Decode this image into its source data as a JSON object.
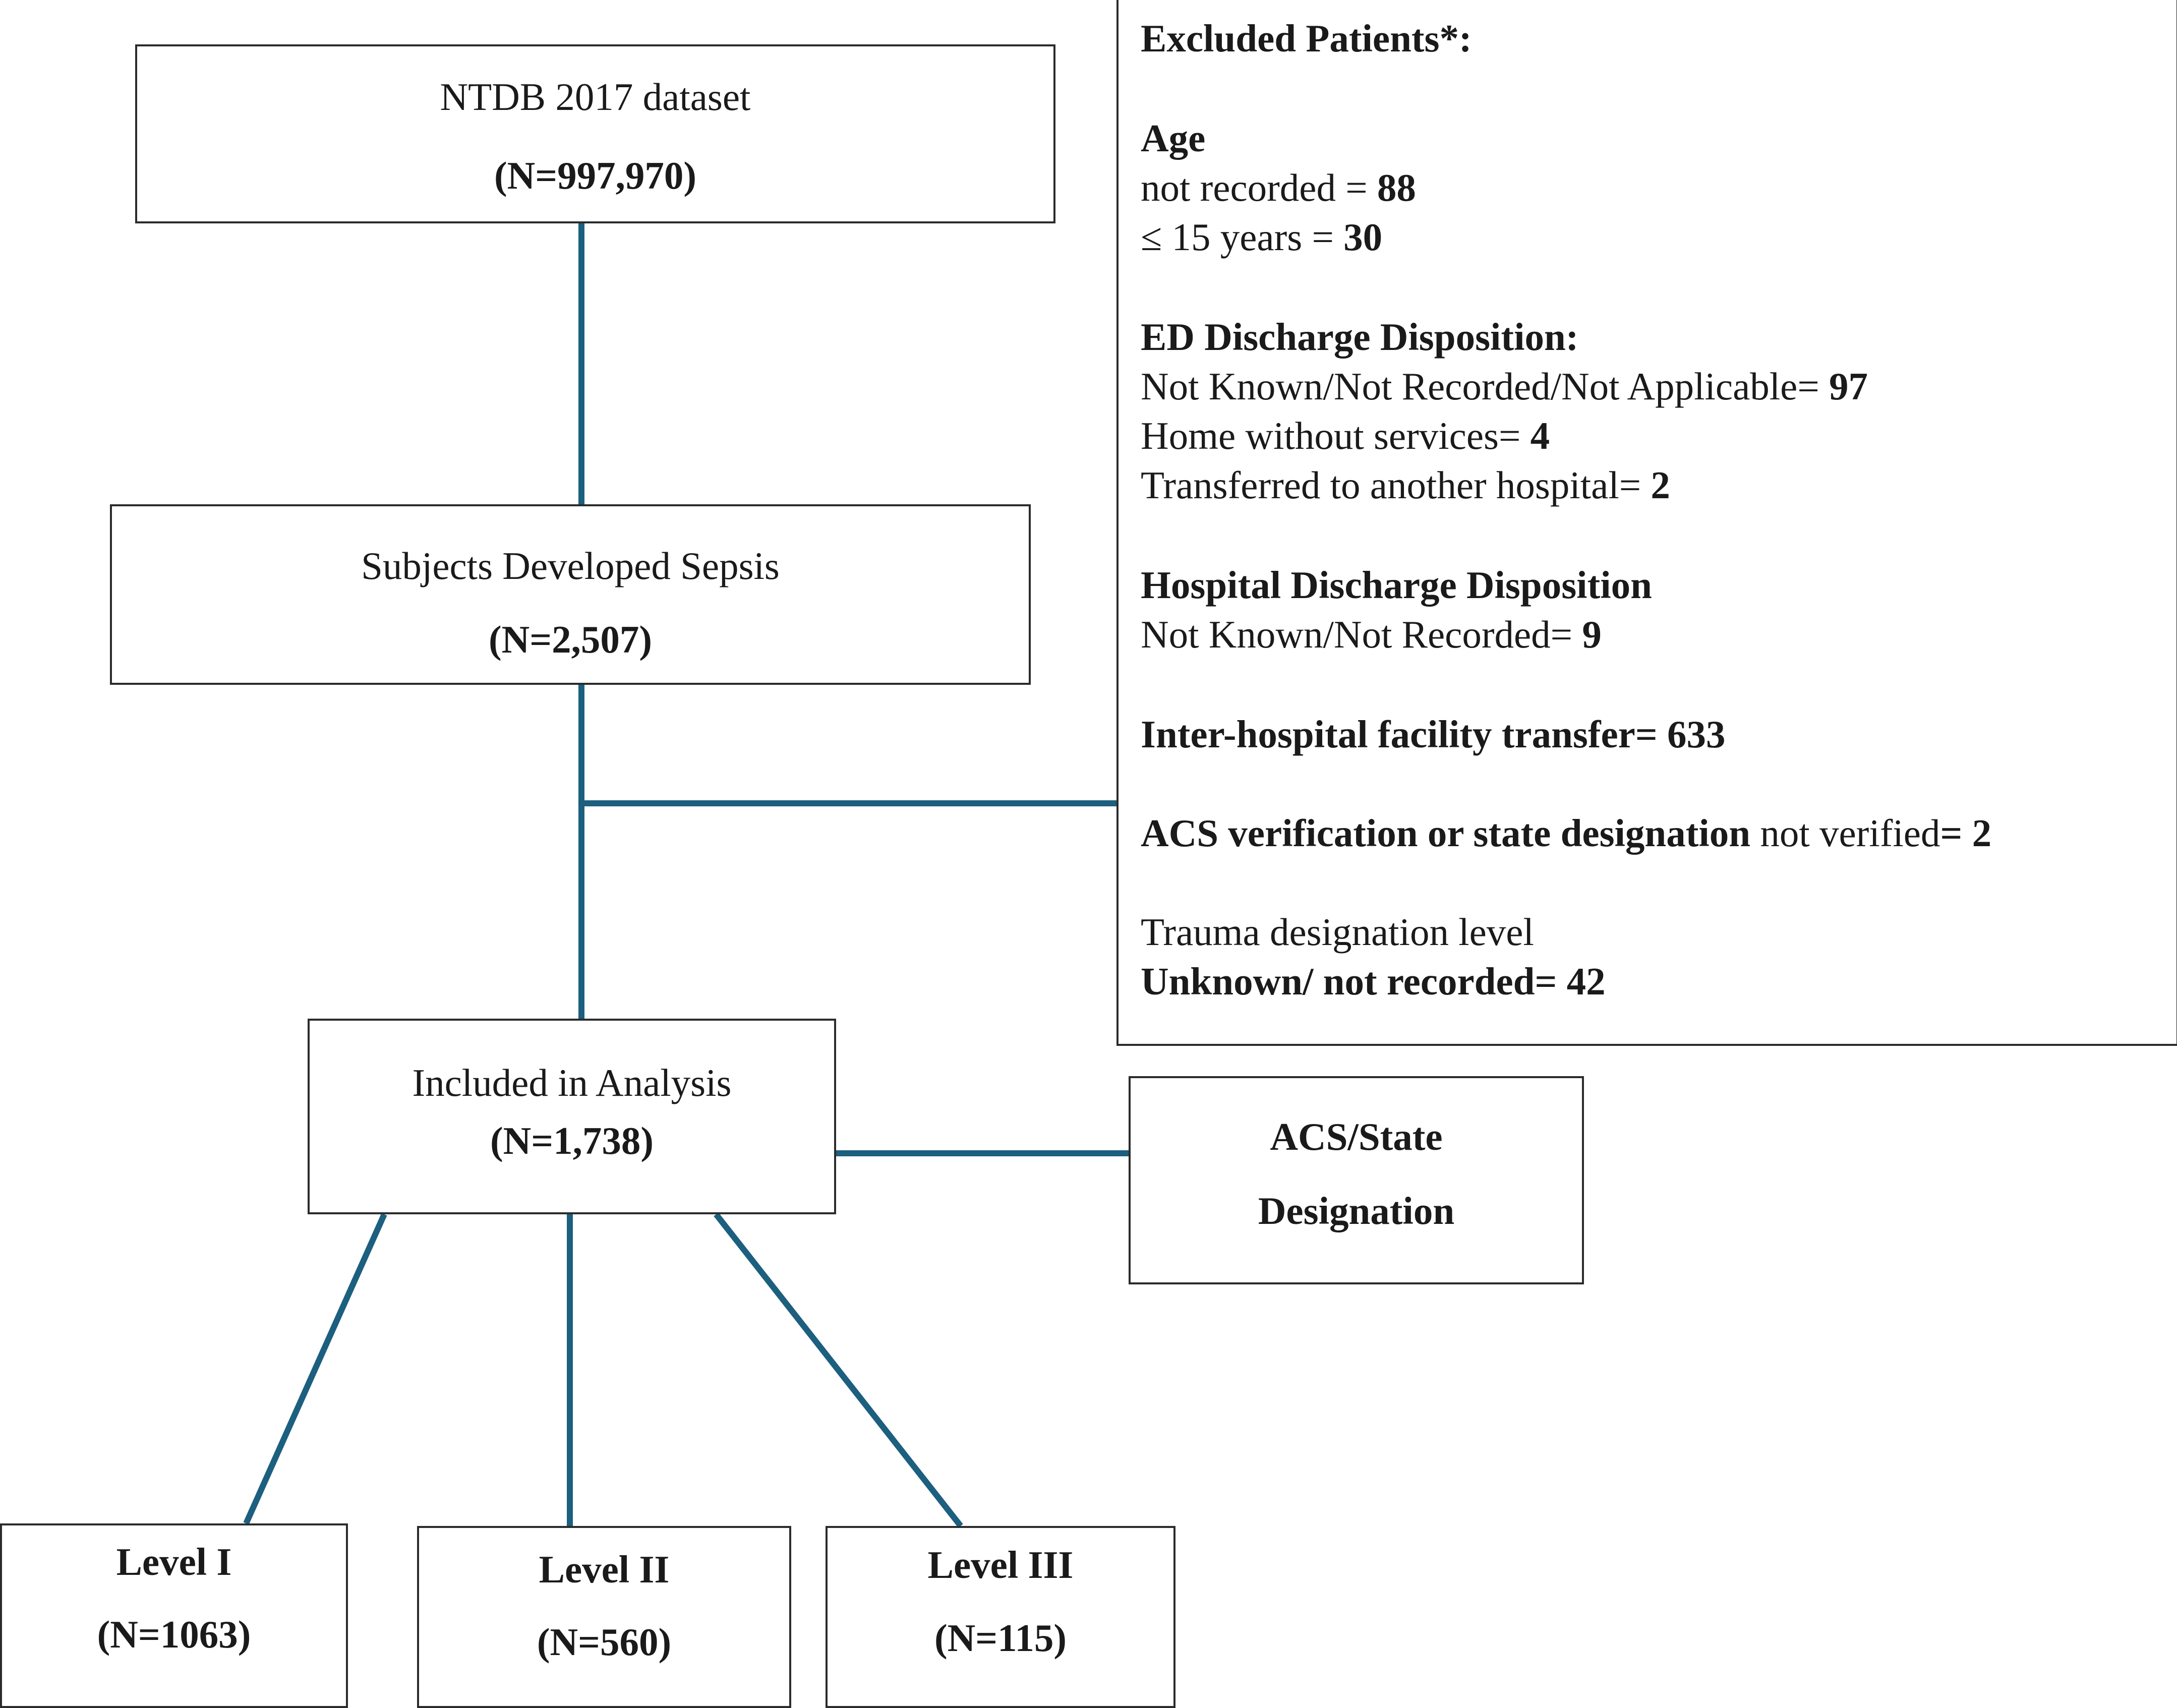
{
  "line_color": "#1c5f7f",
  "boxes": {
    "ntdb": {
      "label": "NTDB 2017 dataset",
      "count": "(N=997,970)"
    },
    "sepsis": {
      "label": "Subjects Developed Sepsis",
      "count": "(N=2,507)"
    },
    "included": {
      "label": "Included in Analysis",
      "count": "(N=1,738)"
    },
    "designation": {
      "line1": "ACS/State",
      "line2": "Designation"
    },
    "level1": {
      "label": "Level I",
      "count": "(N=1063)"
    },
    "level2": {
      "label": "Level II",
      "count": "(N=560)"
    },
    "level3": {
      "label": "Level III",
      "count": "(N=115)"
    }
  },
  "excluded": {
    "title": "Excluded Patients*:",
    "age": {
      "heading": "Age",
      "not_recorded_label": "not recorded = ",
      "not_recorded_value": "88",
      "under15_label": "≤ 15 years = ",
      "under15_value": "30"
    },
    "ed": {
      "heading": "ED Discharge Disposition:",
      "not_known_label": "Not Known/Not Recorded/Not Applicable= ",
      "not_known_value": "97",
      "home_label": "Home without services= ",
      "home_value": "4",
      "transferred_label": "Transferred to another hospital= ",
      "transferred_value": "2"
    },
    "hospital": {
      "heading": "Hospital Discharge Disposition",
      "not_known_label": "Not Known/Not Recorded= ",
      "not_known_value": "9"
    },
    "interhospital": "Inter-hospital facility transfer= 633",
    "acs": {
      "bold_part": "ACS verification or state designation",
      "normal_part": " not verified",
      "value": "= 2"
    },
    "trauma": {
      "label": "Trauma designation level",
      "value": "Unknown/ not recorded= 42"
    }
  }
}
